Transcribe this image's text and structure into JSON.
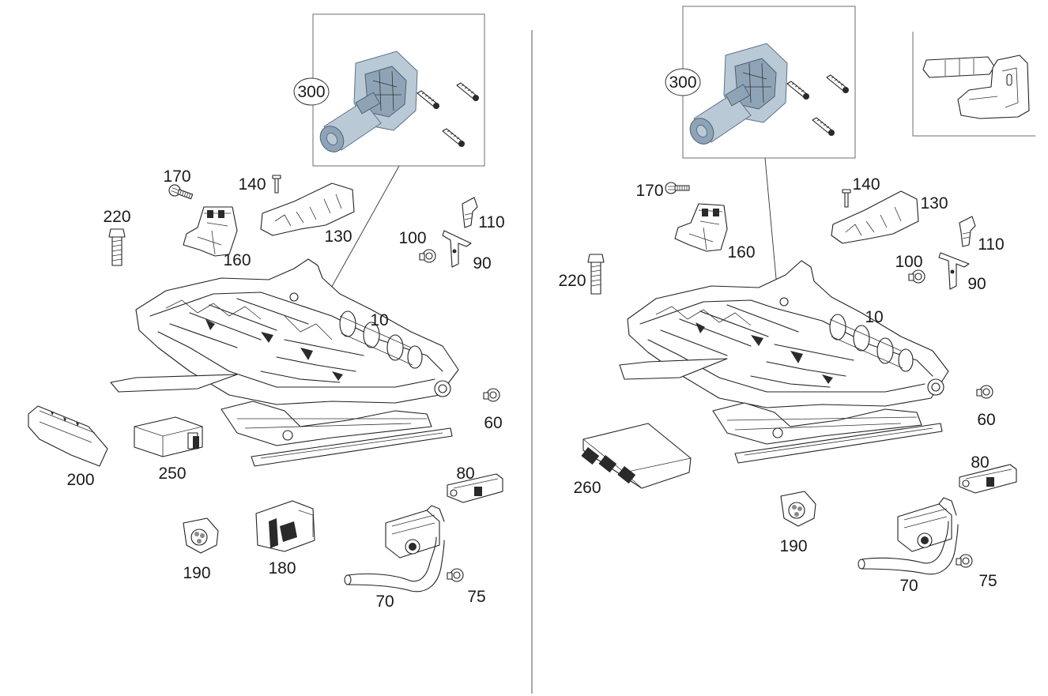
{
  "colors": {
    "line": "#222222",
    "motor": "#b9c9d6",
    "frame": "#6e6e6e"
  },
  "left_panel": {
    "labels": {
      "p300": "300",
      "p170": "170",
      "p140": "140",
      "p220": "220",
      "p130": "130",
      "p110": "110",
      "p100": "100",
      "p90": "90",
      "p160": "160",
      "p10": "10",
      "p60": "60",
      "p200": "200",
      "p250": "250",
      "p80": "80",
      "p190": "190",
      "p180": "180",
      "p70": "70",
      "p75": "75"
    }
  },
  "right_panel": {
    "labels": {
      "p300": "300",
      "p170": "170",
      "p140": "140",
      "p130": "130",
      "p110": "110",
      "p100": "100",
      "p90": "90",
      "p160": "160",
      "p220": "220",
      "p10": "10",
      "p60": "60",
      "p260": "260",
      "p80": "80",
      "p190": "190",
      "p70": "70",
      "p75": "75"
    }
  }
}
